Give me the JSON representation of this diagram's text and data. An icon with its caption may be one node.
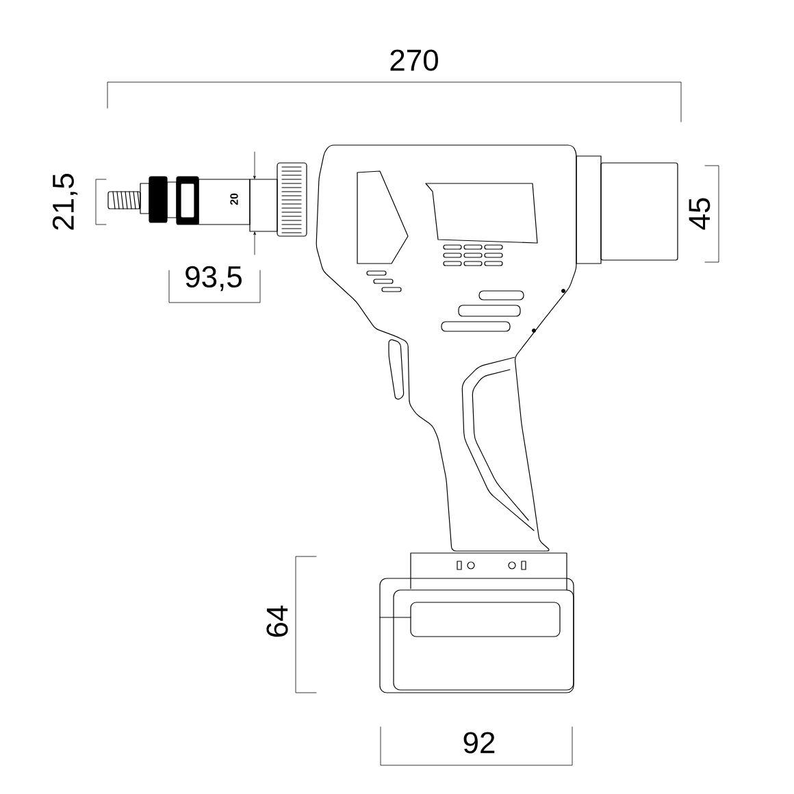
{
  "diagram": {
    "labels": [
      "270",
      "21,5",
      "20",
      "93,5",
      "45",
      "64",
      "92"
    ]
  }
}
